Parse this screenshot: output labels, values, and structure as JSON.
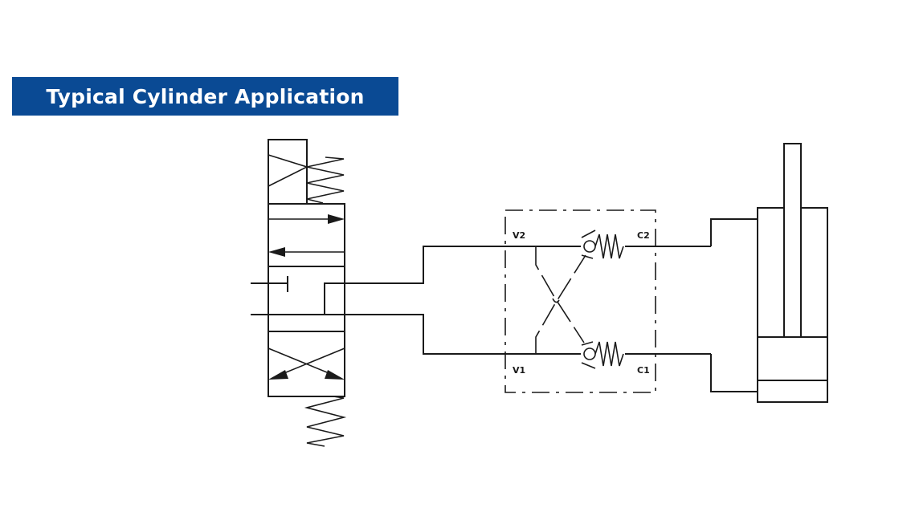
{
  "title": "Typical Cylinder Application",
  "colors": {
    "title_background": "#0a4a94",
    "title_text": "#ffffff",
    "line": "#1a1a1a",
    "background": "#ffffff"
  },
  "diagram": {
    "components": [
      {
        "id": "directional-valve",
        "type": "4-way 3-position spring-centered valve"
      },
      {
        "id": "counterbalance-valve",
        "type": "dual pilot-operated check valve block"
      },
      {
        "id": "cylinder",
        "type": "double-acting hydraulic cylinder"
      }
    ],
    "port_labels": {
      "v2": "V2",
      "c2": "C2",
      "v1": "V1",
      "c1": "C1"
    }
  }
}
